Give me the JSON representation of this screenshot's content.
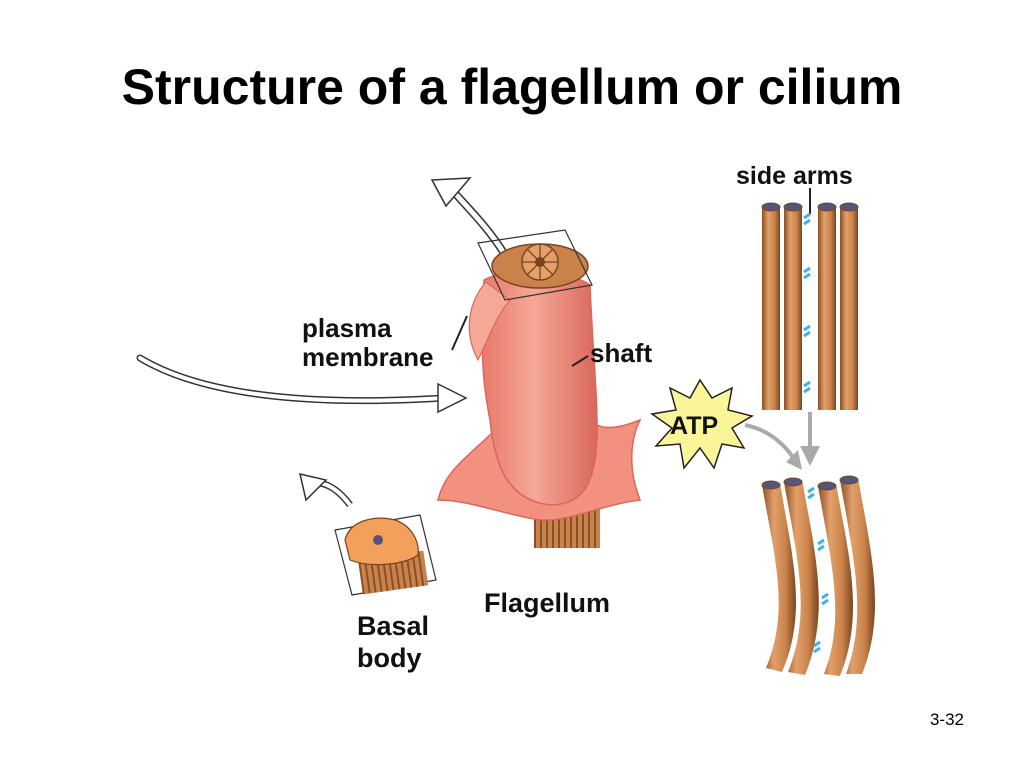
{
  "slide": {
    "title": "Structure of a flagellum or cilium",
    "page_number": "3-32"
  },
  "labels": {
    "plasma_membrane_1": "plasma",
    "plasma_membrane_2": "membrane",
    "shaft": "shaft",
    "flagellum": "Flagellum",
    "basal_body_1": "Basal",
    "basal_body_2": "body",
    "side_arms": "side arms",
    "atp": "ATP"
  },
  "colors": {
    "membrane": "#f2917f",
    "membrane_dark": "#d9675a",
    "microtubule": "#c9834a",
    "microtubule_dark": "#8a4f26",
    "arm": "#3bb3e6",
    "atp_burst": "#fbf59a"
  }
}
